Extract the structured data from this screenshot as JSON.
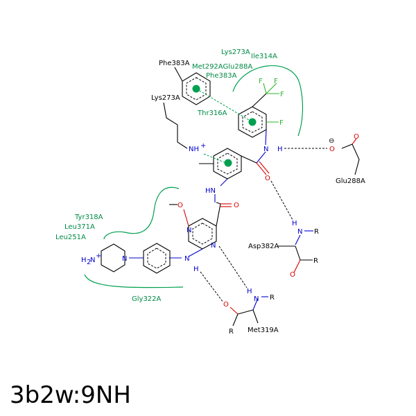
{
  "title": "3b2w:9NH",
  "residues": {
    "lys273_top": "Lys273A",
    "ile314": "Ile314A",
    "met292_glu288": "Met292AGlu288A",
    "phe383_green": "Phe383A",
    "thr316": "Thr316A",
    "tyr318": "Tyr318A",
    "leu371": "Leu371A",
    "leu251": "Leu251A",
    "gly322": "Gly322A"
  },
  "labels": {
    "phe383_res": "Phe383A",
    "lys273_res": "Lys273A",
    "glu288_res": "Glu288A",
    "asp382_res": "Asp382A",
    "met319_res": "Met319A",
    "ammonium": "NH",
    "plus": "+",
    "hn": "HN",
    "n": "N",
    "h": "H",
    "o": "O",
    "f": "F",
    "r": "R",
    "minus": "⊖",
    "h2n": "H",
    "two": "2",
    "nplus": "N",
    "o_ether": "O"
  }
}
